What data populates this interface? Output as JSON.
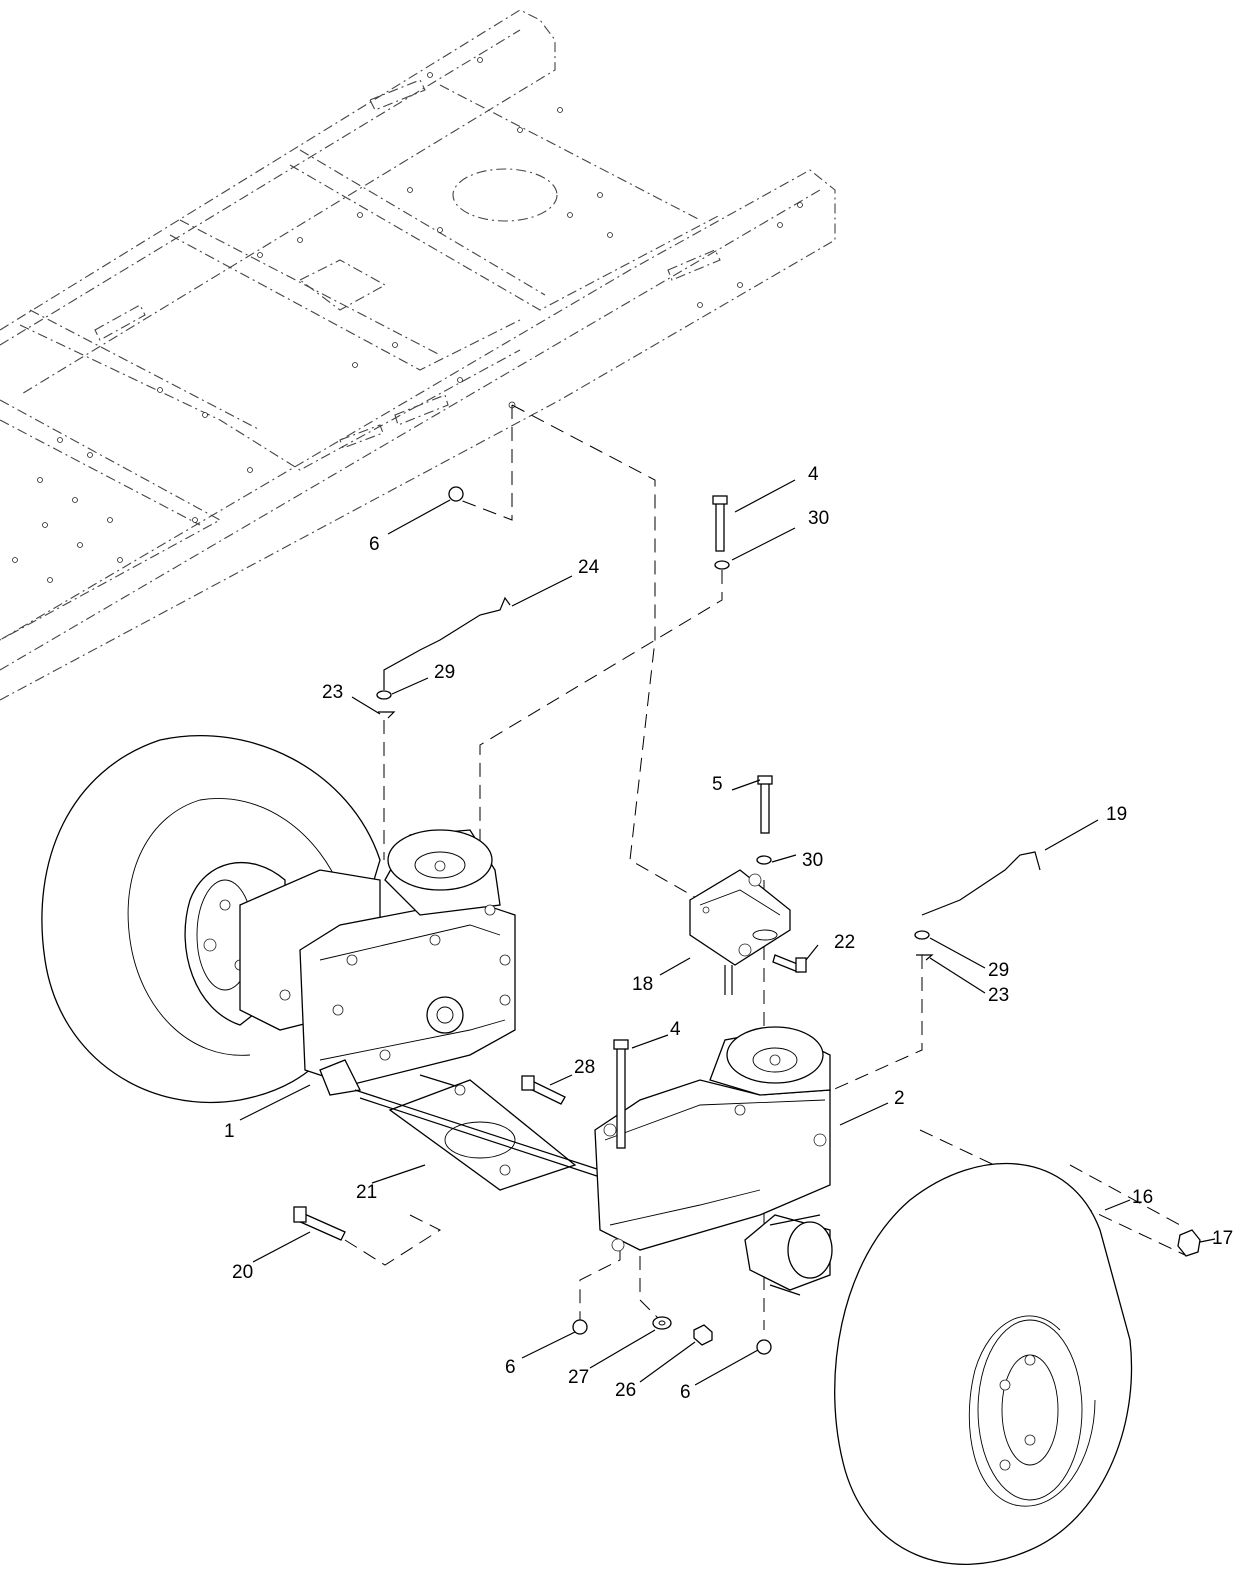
{
  "callouts": [
    "1",
    "2",
    "4",
    "4",
    "5",
    "6",
    "6",
    "6",
    "16",
    "17",
    "18",
    "19",
    "20",
    "21",
    "22",
    "23",
    "23",
    "24",
    "26",
    "27",
    "28",
    "29",
    "29",
    "30",
    "30"
  ]
}
